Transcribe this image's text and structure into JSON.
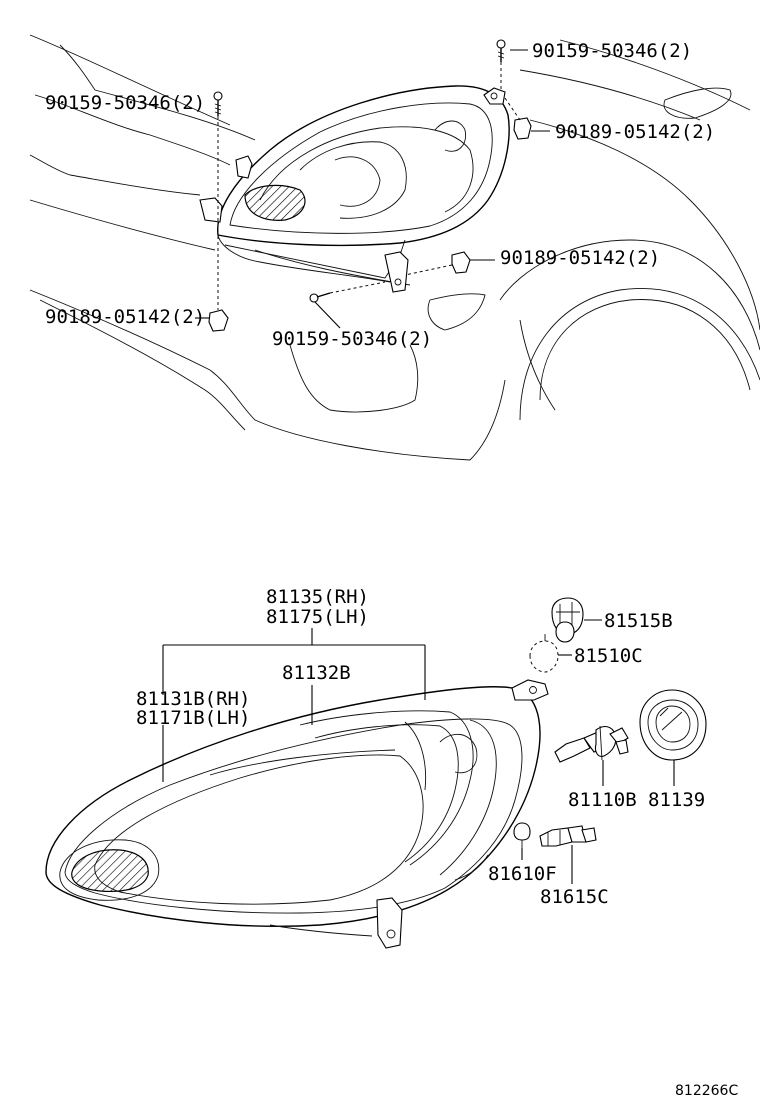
{
  "upper_diagram": {
    "labels": {
      "bolt_top_right": "90159-50346(2)",
      "bolt_top_left": "90159-50346(2)",
      "clip_right_upper": "90189-05142(2)",
      "clip_right_lower": "90189-05142(2)",
      "clip_left_lower": "90189-05142(2)",
      "bolt_bottom_center": "90159-50346(2)"
    }
  },
  "lower_diagram": {
    "labels": {
      "assembly_rh": "81135(RH)",
      "assembly_lh": "81175(LH)",
      "lens": "81132B",
      "unit_rh": "81131B(RH)",
      "unit_lh": "81171B(LH)",
      "socket_top": "81515B",
      "bulb_small": "81510C",
      "headlamp_bulb": "81110B",
      "cover": "81139",
      "wedge_bulb": "81610F",
      "socket_small": "81615C"
    }
  },
  "figure_code": "812266C"
}
